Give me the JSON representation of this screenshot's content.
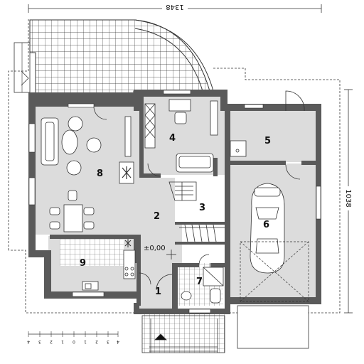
{
  "dimensions": {
    "width_label": "1348",
    "depth_label": "1038"
  },
  "elevation_label": "±0,00",
  "rooms": [
    {
      "id": "1",
      "label": "1"
    },
    {
      "id": "2",
      "label": "2"
    },
    {
      "id": "3",
      "label": "3"
    },
    {
      "id": "4",
      "label": "4"
    },
    {
      "id": "5",
      "label": "5"
    },
    {
      "id": "6",
      "label": "6"
    },
    {
      "id": "7",
      "label": "7"
    },
    {
      "id": "8",
      "label": "8"
    },
    {
      "id": "9",
      "label": "9"
    }
  ],
  "scale_bar": {
    "labels": [
      "4",
      "3",
      "2",
      "1",
      "0",
      "1",
      "2",
      "3",
      "4"
    ]
  },
  "colors": {
    "wall": "#5a5a5a",
    "floor": "#dcdcdc",
    "tile": "#444444",
    "room_white": "#ffffff"
  }
}
